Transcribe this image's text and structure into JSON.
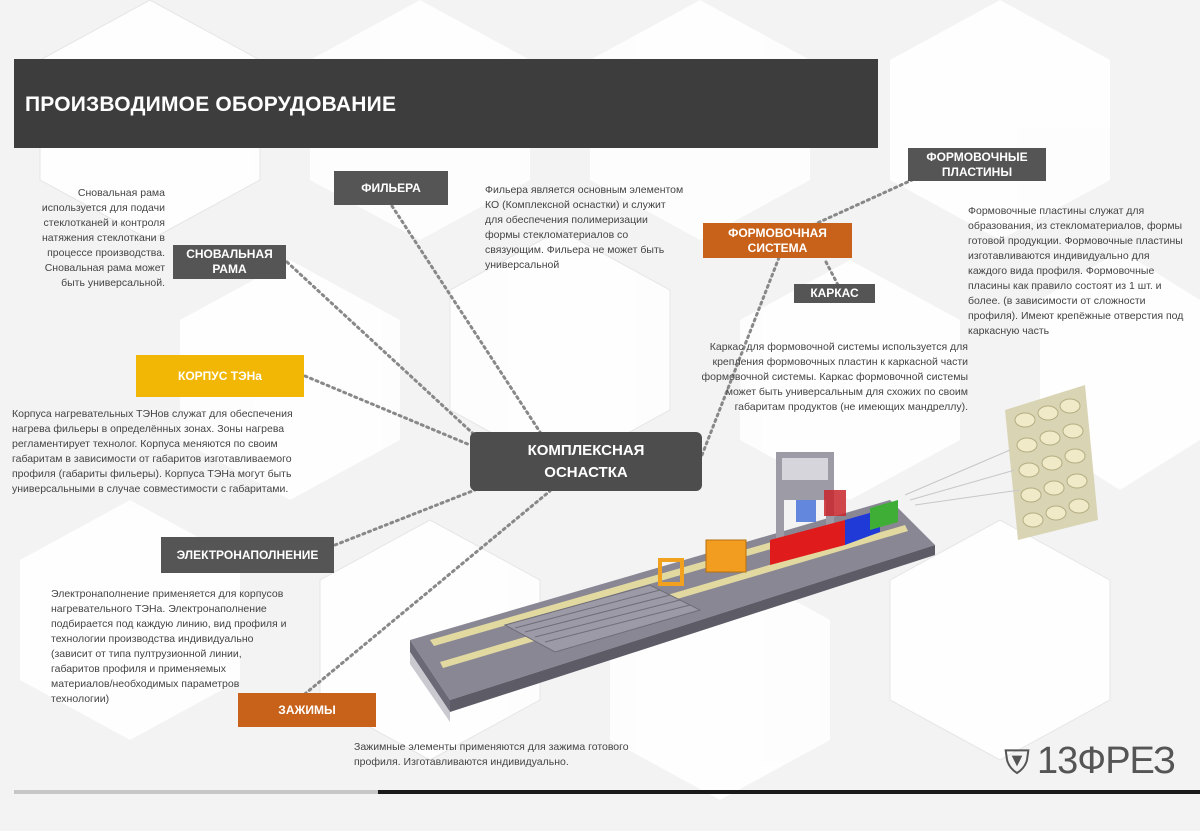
{
  "header": {
    "title": "ПРОИЗВОДИМОЕ ОБОРУДОВАНИЕ"
  },
  "center": {
    "line1": "КОМПЛЕКСНАЯ",
    "line2": "ОСНАСТКА"
  },
  "labels": {
    "snovalnaya_1": "СНОВАЛЬНАЯ",
    "snovalnaya_2": "РАМА",
    "filera": "ФИЛЬЕРА",
    "formovochnye_1": "ФОРМОВОЧНЫЕ",
    "formovochnye_2": "ПЛАСТИНЫ",
    "formovochnaya_1": "ФОРМОВОЧНАЯ",
    "formovochnaya_2": "СИСТЕМА",
    "karkas": "КАРКАС",
    "korpus": "КОРПУС ТЭНа",
    "elektro": "ЭЛЕКТРОНАПОЛНЕНИЕ",
    "zazhimy": "ЗАЖИМЫ"
  },
  "descriptions": {
    "snovalnaya": [
      "Сновальная рама",
      "используется для подачи",
      "стеклотканей и контроля",
      "натяжения стеклоткани в",
      "процессе производства.",
      "Сновальная рама может",
      "быть универсальной."
    ],
    "filera": [
      "Фильера является основным элементом",
      "КО (Комплексной оснастки) и служит",
      "для обеспечения полимеризации",
      "формы стекломатериалов со",
      "связующим. Фильера не может быть",
      "универсальной"
    ],
    "formovochnye": [
      "Формовочные пластины служат для",
      "образования, из стекломатериалов, формы",
      "готовой продукции. Формовочные пластины",
      "изготавливаются индивидуально для",
      "каждого вида профиля. Формовочные",
      "пласины как правило состоят из 1 шт. и",
      "более. (в зависимости от сложности",
      "профиля). Имеют крепёжные отверстия под",
      "каркасную часть"
    ],
    "karkas": [
      "Каркас для формовочной системы используется для",
      "крепления формовочных пластин к каркасной части",
      "формовочной системы. Каркас формовочной системы",
      "может быть универсальным для схожих по своим",
      "габаритам продуктов (не имеющих мандреллу)."
    ],
    "korpus": [
      "Корпуса нагревательных ТЭНов служат для обеспечения",
      "нагрева фильеры в определённых зонах. Зоны нагрева",
      "регламентирует технолог. Корпуса меняются по своим",
      "габаритам в зависимости от габаритов изготавливаемого",
      "профиля (габариты фильеры).  Корпуса ТЭНа могут быть",
      "универсальными в случае совместимости с габаритами."
    ],
    "elektro": [
      "Электронаполнение применяется для корпусов",
      "нагревательного ТЭНа. Электронаполнение",
      "подбирается под каждую линию, вид профиля и",
      "технологии производства индивидуально",
      "(зависит от типа пултрузионной линии,",
      "габаритов профиля и применяемых",
      "материалов/необходимых параметров",
      "технологии)"
    ],
    "zazhimy": [
      "Зажимные элементы применяются для зажима готового",
      "профиля. Изготавливаются индивидуально."
    ]
  },
  "logo": {
    "text": "13ФРЕЗ"
  },
  "colors": {
    "header": "#3d3d3d",
    "label_gray": "#555555",
    "label_orange": "#c8621a",
    "label_yellow": "#f2b705"
  }
}
